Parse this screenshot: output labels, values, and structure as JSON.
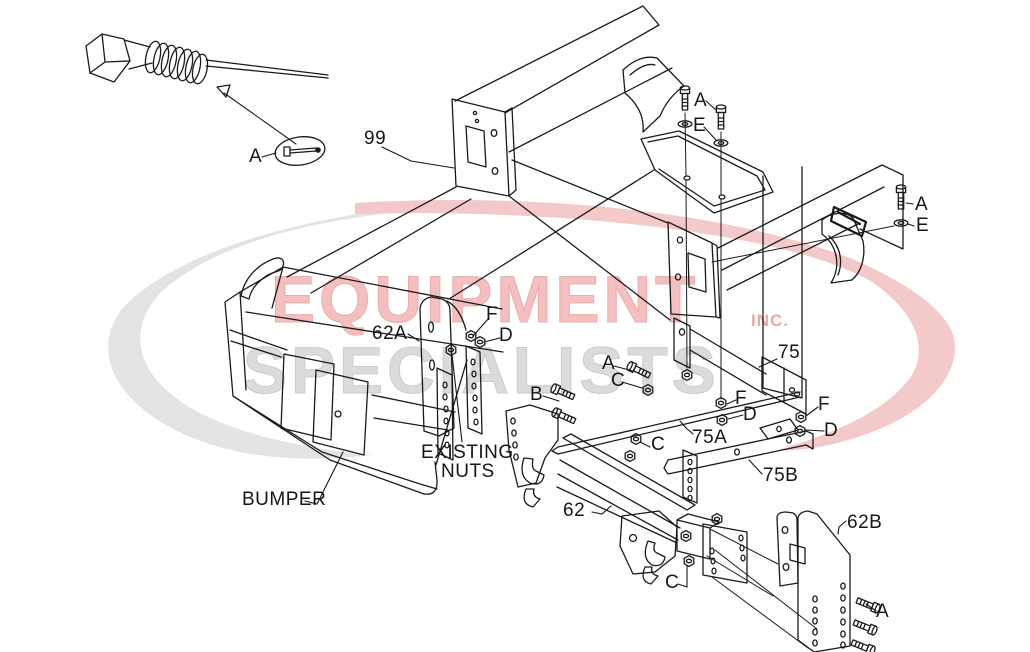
{
  "watermark": {
    "word1": "EQUIPMENT",
    "word2": "SPECIALISTS",
    "word3": "INC.",
    "swoosh_pink": "#f3c6c6",
    "swoosh_gray": "#e2e2e2",
    "text_pink": "#f3bcbc",
    "text_gray": "#dadada"
  },
  "colors": {
    "line": "#1a1a1a",
    "background": "#ffffff"
  },
  "labels": {
    "detail_a": "A",
    "part_99": "99",
    "bolt_a_top": "A",
    "washer_e_top": "E",
    "bolt_a_right": "A",
    "washer_e_right": "E",
    "bracket_62a": "62A",
    "washer_f_62a": "F",
    "nut_d_62a": "D",
    "crossbar_75": "75",
    "bolt_a_mid": "A",
    "nut_c_mid": "C",
    "bolt_b": "B",
    "washer_f_75_left": "F",
    "nut_d_75_left": "D",
    "washer_f_75_right": "F",
    "nut_d_75_right": "D",
    "strap_75a": "75A",
    "nut_c_75a": "C",
    "existing_line1": "EXISTING",
    "existing_line2": "NUTS",
    "bumper": "BUMPER",
    "beam_62": "62",
    "bar_75b": "75B",
    "plate_62b": "62B",
    "nut_c_62b": "C",
    "bolt_a_62b": "A"
  }
}
